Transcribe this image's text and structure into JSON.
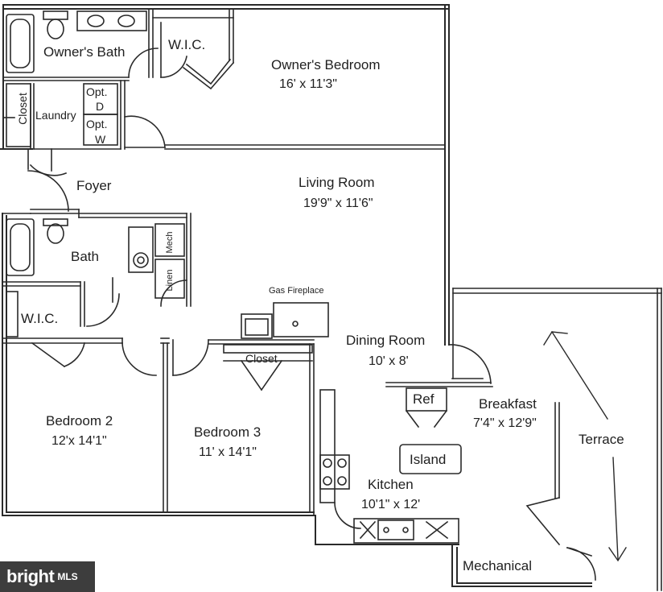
{
  "rooms": {
    "owners_bath": "Owner's Bath",
    "wic_top": "W.I.C.",
    "owners_bedroom": "Owner's Bedroom",
    "owners_bedroom_dim": "16' x 11'3\"",
    "closet_vertical": "Closet",
    "laundry": "Laundry",
    "opt_d_1": "Opt.",
    "opt_d_2": "D",
    "opt_w_1": "Opt.",
    "opt_w_2": "W",
    "foyer": "Foyer",
    "living_room": "Living Room",
    "living_room_dim": "19'9\" x 11'6\"",
    "bath": "Bath",
    "mech": "Mech",
    "linen": "Linen",
    "gas_fireplace": "Gas Fireplace",
    "wic_left": "W.I.C.",
    "dining_room": "Dining Room",
    "dining_room_dim": "10' x 8'",
    "closet_bed3": "Closet",
    "ref": "Ref",
    "breakfast": "Breakfast",
    "breakfast_dim": "7'4\" x 12'9\"",
    "bedroom2": "Bedroom 2",
    "bedroom2_dim": "12'x 14'1\"",
    "bedroom3": "Bedroom 3",
    "bedroom3_dim": "11' x 14'1\"",
    "island": "Island",
    "terrace": "Terrace",
    "kitchen": "Kitchen",
    "kitchen_dim": "10'1\" x 12'",
    "mechanical": "Mechanical"
  },
  "watermark": {
    "brand": "bright",
    "mls": "MLS"
  }
}
